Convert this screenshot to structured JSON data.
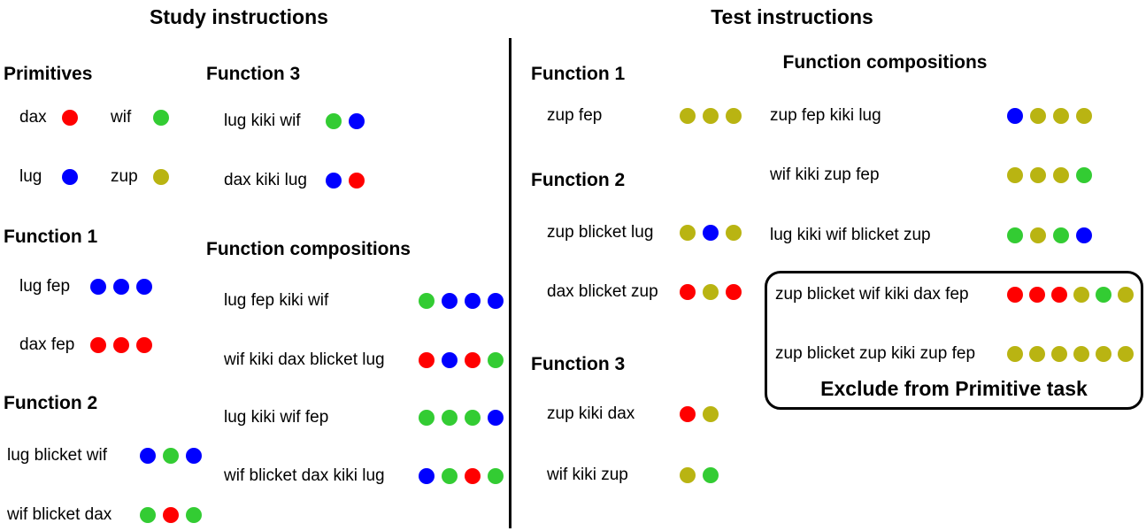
{
  "colors": {
    "red": "#ff0000",
    "green": "#33cc33",
    "blue": "#0000ff",
    "yellow": "#b9b412"
  },
  "study": {
    "title": "Study instructions",
    "primitives": {
      "heading": "Primitives",
      "items": [
        {
          "label": "dax",
          "dots": [
            "red"
          ]
        },
        {
          "label": "wif",
          "dots": [
            "green"
          ]
        },
        {
          "label": "lug",
          "dots": [
            "blue"
          ]
        },
        {
          "label": "zup",
          "dots": [
            "yellow"
          ]
        }
      ]
    },
    "function1": {
      "heading": "Function 1",
      "rows": [
        {
          "label": "lug fep",
          "dots": [
            "blue",
            "blue",
            "blue"
          ]
        },
        {
          "label": "dax fep",
          "dots": [
            "red",
            "red",
            "red"
          ]
        }
      ]
    },
    "function2": {
      "heading": "Function 2",
      "rows": [
        {
          "label": "lug blicket wif",
          "dots": [
            "blue",
            "green",
            "blue"
          ]
        },
        {
          "label": "wif blicket dax",
          "dots": [
            "green",
            "red",
            "green"
          ]
        }
      ]
    },
    "function3": {
      "heading": "Function 3",
      "rows": [
        {
          "label": "lug kiki wif",
          "dots": [
            "green",
            "blue"
          ]
        },
        {
          "label": "dax kiki lug",
          "dots": [
            "blue",
            "red"
          ]
        }
      ]
    },
    "compositions": {
      "heading": "Function compositions",
      "rows": [
        {
          "label": "lug fep kiki wif",
          "dots": [
            "green",
            "blue",
            "blue",
            "blue"
          ]
        },
        {
          "label": "wif kiki dax blicket lug",
          "dots": [
            "red",
            "blue",
            "red",
            "green"
          ]
        },
        {
          "label": "lug kiki wif fep",
          "dots": [
            "green",
            "green",
            "green",
            "blue"
          ]
        },
        {
          "label": "wif blicket dax kiki lug",
          "dots": [
            "blue",
            "green",
            "red",
            "green"
          ]
        }
      ]
    }
  },
  "test": {
    "title": "Test instructions",
    "function1": {
      "heading": "Function 1",
      "rows": [
        {
          "label": "zup fep",
          "dots": [
            "yellow",
            "yellow",
            "yellow"
          ]
        }
      ]
    },
    "function2": {
      "heading": "Function 2",
      "rows": [
        {
          "label": "zup blicket lug",
          "dots": [
            "yellow",
            "blue",
            "yellow"
          ]
        },
        {
          "label": "dax blicket zup",
          "dots": [
            "red",
            "yellow",
            "red"
          ]
        }
      ]
    },
    "function3": {
      "heading": "Function 3",
      "rows": [
        {
          "label": "zup kiki dax",
          "dots": [
            "red",
            "yellow"
          ]
        },
        {
          "label": "wif kiki zup",
          "dots": [
            "yellow",
            "green"
          ]
        }
      ]
    },
    "compositions": {
      "heading": "Function compositions",
      "rows": [
        {
          "label": "zup fep kiki lug",
          "dots": [
            "blue",
            "yellow",
            "yellow",
            "yellow"
          ]
        },
        {
          "label": "wif kiki zup fep",
          "dots": [
            "yellow",
            "yellow",
            "yellow",
            "green"
          ]
        },
        {
          "label": "lug kiki wif blicket zup",
          "dots": [
            "green",
            "yellow",
            "green",
            "blue"
          ]
        }
      ]
    },
    "excluded": {
      "note": "Exclude from Primitive task",
      "rows": [
        {
          "label": "zup blicket wif kiki dax fep",
          "dots": [
            "red",
            "red",
            "red",
            "yellow",
            "green",
            "yellow"
          ]
        },
        {
          "label": "zup blicket zup kiki zup fep",
          "dots": [
            "yellow",
            "yellow",
            "yellow",
            "yellow",
            "yellow",
            "yellow"
          ]
        }
      ]
    }
  }
}
